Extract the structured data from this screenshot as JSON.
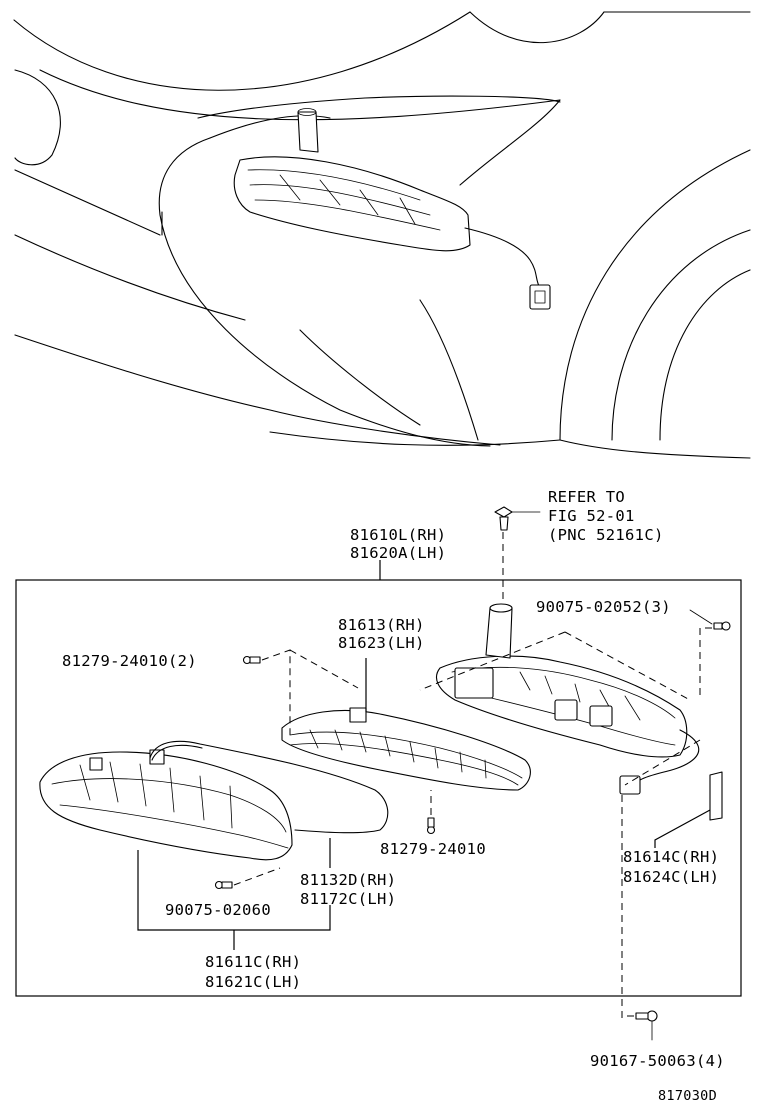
{
  "labels": {
    "refer_to": "REFER TO",
    "fig": "FIG 52-01",
    "pnc": "(PNC 52161C)",
    "asm_rh": "81610L(RH)",
    "asm_lh": "81620A(LH)",
    "lens_rh": "81613(RH)",
    "lens_lh": "81623(LH)",
    "screw_top_right": "90075-02052(3)",
    "screw_left_qty": "81279-24010(2)",
    "screw_mid": "81279-24010",
    "socket_rh": "81614C(RH)",
    "socket_lh": "81624C(LH)",
    "harness_rh": "81132D(RH)",
    "harness_lh": "81172C(LH)",
    "screw_bottom": "90075-02060",
    "housing_rh": "81611C(RH)",
    "housing_lh": "81621C(LH)",
    "bolt": "90167-50063(4)",
    "diagram_id": "817030D"
  }
}
